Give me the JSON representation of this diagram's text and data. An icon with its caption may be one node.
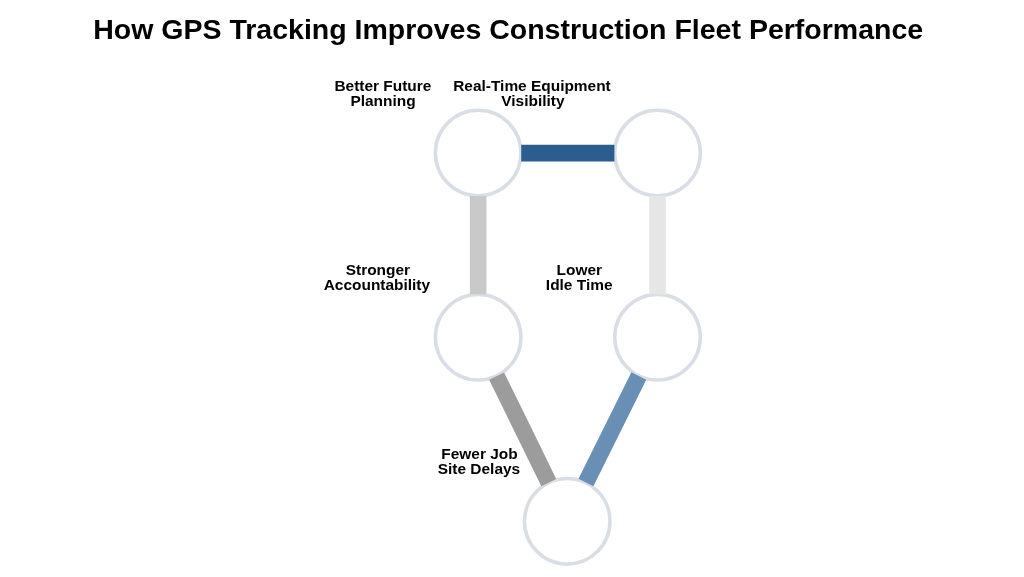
{
  "diagram": {
    "title": "How GPS Tracking Improves Construction Fleet Performance",
    "nodes": [
      {
        "text": [],
        "shape": "circle",
        "beside": [
          "Better Future Planning"
        ]
      },
      {
        "text": [],
        "shape": "circle",
        "beside": [
          "Real-Time Equipment Visibility"
        ]
      },
      {
        "text": [],
        "shape": "circle",
        "beside": [
          "Lower Idle Time"
        ]
      },
      {
        "text": [],
        "shape": "circle",
        "beside": [
          "Fewer Job Site Delays"
        ]
      },
      {
        "text": [],
        "shape": "circle",
        "beside": [
          "Stronger Accountability"
        ]
      }
    ],
    "edges": [
      {
        "from": 0,
        "to": 1,
        "arrow": "none",
        "color": "#2c5d8f"
      },
      {
        "from": 1,
        "to": 2,
        "arrow": "none",
        "color": "#e6e6e6"
      },
      {
        "from": 2,
        "to": 3,
        "arrow": "none",
        "color": "#6a8fb4"
      },
      {
        "from": 3,
        "to": 4,
        "arrow": "none",
        "color": "#9c9c9c"
      },
      {
        "from": 4,
        "to": 0,
        "arrow": "none",
        "color": "#c9c9c9"
      }
    ]
  }
}
